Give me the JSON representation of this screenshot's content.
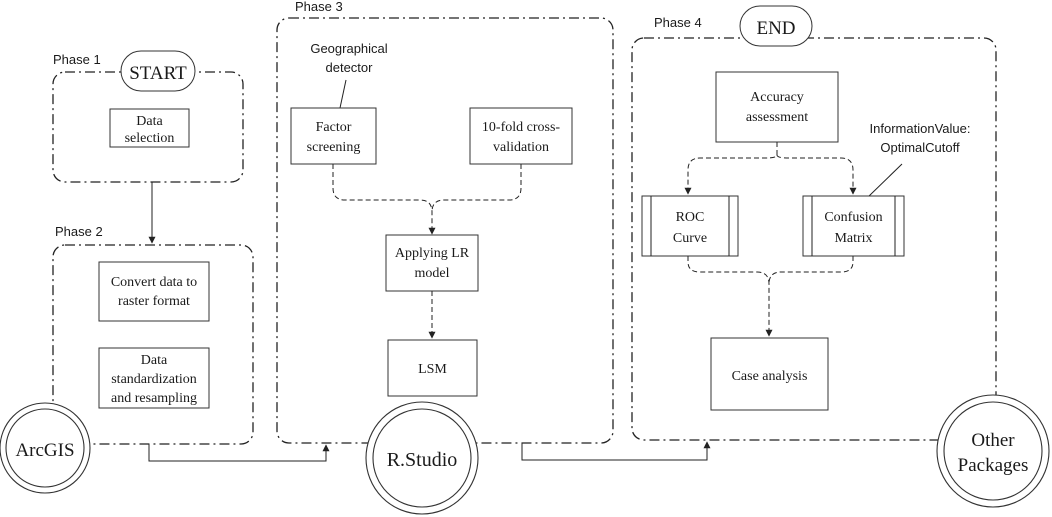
{
  "phases": {
    "phase1": "Phase 1",
    "phase2": "Phase 2",
    "phase3": "Phase 3",
    "phase4": "Phase 4"
  },
  "terminals": {
    "start": "START",
    "end": "END"
  },
  "tools": {
    "arcgis": "ArcGIS",
    "rstudio": "R.Studio",
    "other_line1": "Other",
    "other_line2": "Packages"
  },
  "steps": {
    "data_selection_1": "Data",
    "data_selection_2": "selection",
    "convert_1": "Convert data to",
    "convert_2": "raster format",
    "standardize_1": "Data",
    "standardize_2": "standardization",
    "standardize_3": "and resampling",
    "factor_1": "Factor",
    "factor_2": "screening",
    "cv_1": "10-fold cross-",
    "cv_2": "validation",
    "lr_1": "Applying LR",
    "lr_2": "model",
    "lsm": "LSM",
    "accuracy_1": "Accuracy",
    "accuracy_2": "assessment",
    "roc_1": "ROC",
    "roc_2": "Curve",
    "confusion_1": "Confusion",
    "confusion_2": "Matrix",
    "case": "Case analysis"
  },
  "annotations": {
    "geo_1": "Geographical",
    "geo_2": "detector",
    "info_1": "InformationValue:",
    "info_2": "OptimalCutoff"
  }
}
